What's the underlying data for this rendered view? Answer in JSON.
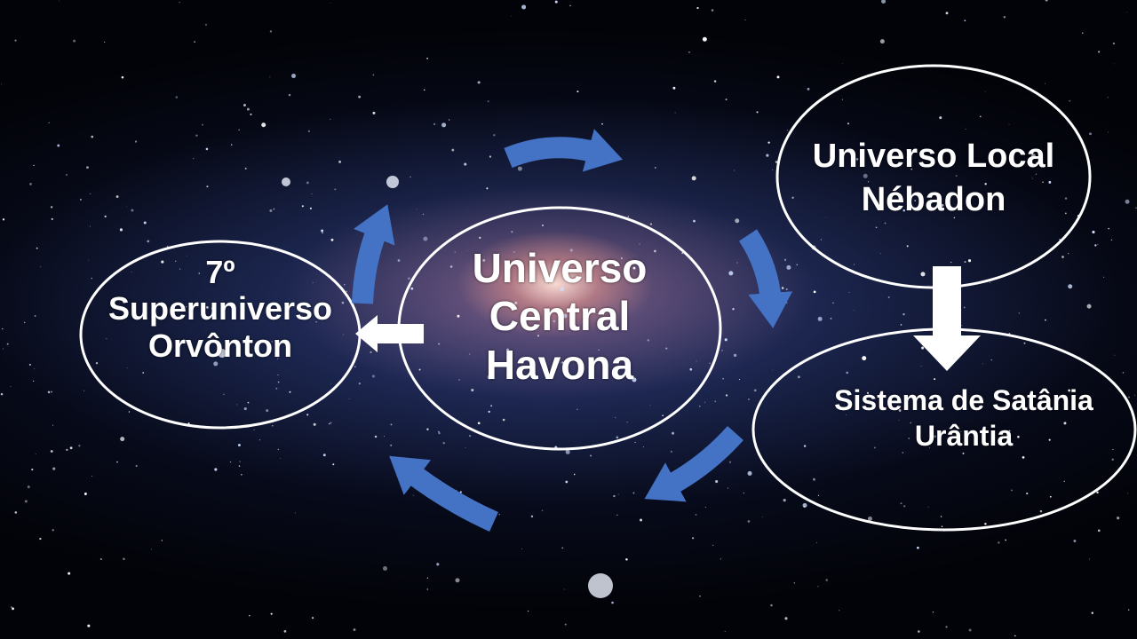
{
  "nodes": {
    "central": {
      "lines": [
        "Universo",
        "Central",
        "Havona"
      ]
    },
    "superuniverse": {
      "lines": [
        "7º",
        "Superuniverso",
        "Orvônton"
      ]
    },
    "local_universe": {
      "lines": [
        "Universo Local",
        "Nébadon"
      ]
    },
    "system": {
      "lines": [
        "Sistema de Satânia",
        "Urântia"
      ]
    }
  },
  "colors": {
    "cycle_arrow": "#4472C4",
    "outline": "#FFFFFF",
    "text": "#FFFFFF"
  }
}
